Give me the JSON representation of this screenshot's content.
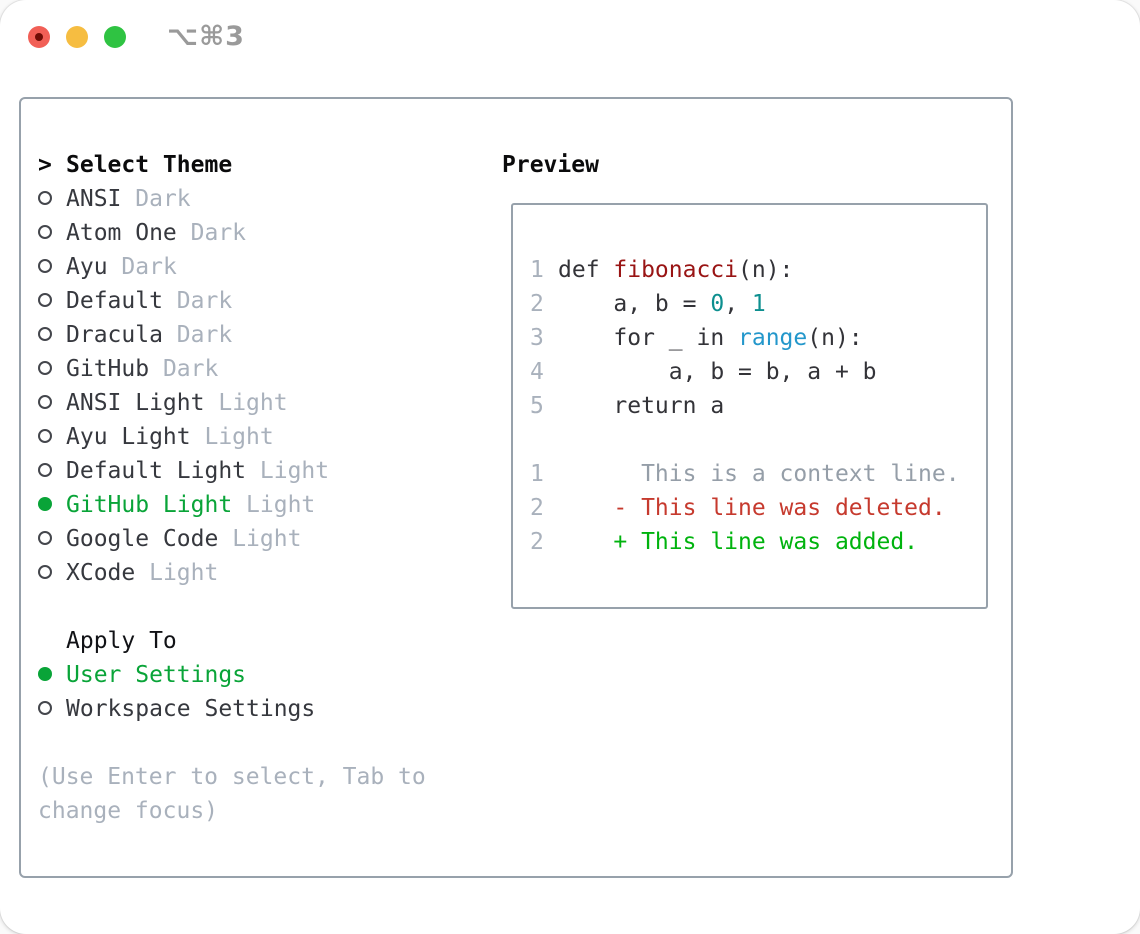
{
  "titlebar": {
    "shortcut": "⌥⌘3"
  },
  "colors": {
    "panel-border": "#97a1ab",
    "item-text": "#36383e",
    "muted": "#a9b1bc",
    "selected-green": "#09a438",
    "added-green": "#00b30e",
    "deleted-red": "#c63a2e",
    "context-gray": "#959ea8",
    "lineno": "#a9b1bc",
    "code-plain": "#333338",
    "code-title": "#991414",
    "code-number": "#0d8f8f",
    "code-builtin": "#2397cb",
    "traffic-red": "#f15f56",
    "traffic-red-dot": "#6f0d06",
    "traffic-yellow": "#f6bd41",
    "traffic-green": "#2fc342",
    "title-gray": "#9a9a9a"
  },
  "left": {
    "header": {
      "prompt": ">",
      "label": "Select Theme"
    },
    "themes": [
      {
        "name": "ANSI",
        "variant": "Dark",
        "selected": false
      },
      {
        "name": "Atom One",
        "variant": "Dark",
        "selected": false
      },
      {
        "name": "Ayu",
        "variant": "Dark",
        "selected": false
      },
      {
        "name": "Default",
        "variant": "Dark",
        "selected": false
      },
      {
        "name": "Dracula",
        "variant": "Dark",
        "selected": false
      },
      {
        "name": "GitHub",
        "variant": "Dark",
        "selected": false
      },
      {
        "name": "ANSI Light",
        "variant": "Light",
        "selected": false
      },
      {
        "name": "Ayu Light",
        "variant": "Light",
        "selected": false
      },
      {
        "name": "Default Light",
        "variant": "Light",
        "selected": false
      },
      {
        "name": "GitHub Light",
        "variant": "Light",
        "selected": true
      },
      {
        "name": "Google Code",
        "variant": "Light",
        "selected": false
      },
      {
        "name": "XCode",
        "variant": "Light",
        "selected": false
      }
    ],
    "apply_to": {
      "label": "Apply To",
      "options": [
        {
          "label": "User Settings",
          "selected": true
        },
        {
          "label": "Workspace Settings",
          "selected": false
        }
      ]
    },
    "help_lines": [
      "(Use Enter to select, Tab to",
      "change focus)"
    ]
  },
  "preview": {
    "label": "Preview",
    "code_lines": [
      {
        "num": "1",
        "tokens": [
          {
            "t": "def ",
            "c": "plain"
          },
          {
            "t": "fibonacci",
            "c": "title"
          },
          {
            "t": "(n):",
            "c": "plain"
          }
        ]
      },
      {
        "num": "2",
        "tokens": [
          {
            "t": "    a, b = ",
            "c": "plain"
          },
          {
            "t": "0",
            "c": "number"
          },
          {
            "t": ", ",
            "c": "plain"
          },
          {
            "t": "1",
            "c": "number"
          }
        ]
      },
      {
        "num": "3",
        "tokens": [
          {
            "t": "    for _ in ",
            "c": "plain"
          },
          {
            "t": "range",
            "c": "builtin"
          },
          {
            "t": "(n):",
            "c": "plain"
          }
        ]
      },
      {
        "num": "4",
        "tokens": [
          {
            "t": "        a, b = b, a + b",
            "c": "plain"
          }
        ]
      },
      {
        "num": "5",
        "tokens": [
          {
            "t": "    return a",
            "c": "plain"
          }
        ]
      }
    ],
    "diff_lines": [
      {
        "num": "1",
        "marker": " ",
        "text": "This is a context line.",
        "type": "context"
      },
      {
        "num": "2",
        "marker": "-",
        "text": "This line was deleted.",
        "type": "deleted"
      },
      {
        "num": "2",
        "marker": "+",
        "text": "This line was added.",
        "type": "added"
      }
    ]
  }
}
